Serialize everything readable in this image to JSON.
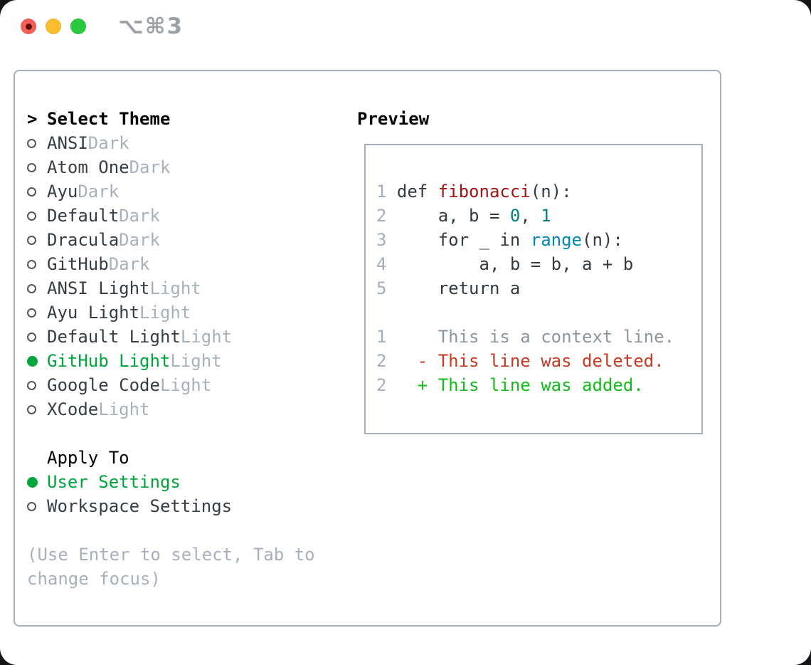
{
  "window": {
    "title_shortcut": "⌥⌘3",
    "traffic_lights": [
      {
        "name": "close",
        "color": "#f65f57",
        "has_inner_dot": true
      },
      {
        "name": "minimize",
        "color": "#fcbd2e",
        "has_inner_dot": false
      },
      {
        "name": "zoom",
        "color": "#29c83f",
        "has_inner_dot": false
      }
    ]
  },
  "theme_picker": {
    "heading_prefix": ">",
    "heading": "Select Theme",
    "items": [
      {
        "name": "ANSI",
        "variant": "Dark",
        "selected": false
      },
      {
        "name": "Atom One",
        "variant": "Dark",
        "selected": false
      },
      {
        "name": "Ayu",
        "variant": "Dark",
        "selected": false
      },
      {
        "name": "Default",
        "variant": "Dark",
        "selected": false
      },
      {
        "name": "Dracula",
        "variant": "Dark",
        "selected": false
      },
      {
        "name": "GitHub",
        "variant": "Dark",
        "selected": false
      },
      {
        "name": "ANSI Light",
        "variant": "Light",
        "selected": false
      },
      {
        "name": "Ayu Light",
        "variant": "Light",
        "selected": false
      },
      {
        "name": "Default Light",
        "variant": "Light",
        "selected": false
      },
      {
        "name": "GitHub Light",
        "variant": "Light",
        "selected": true
      },
      {
        "name": "Google Code",
        "variant": "Light",
        "selected": false
      },
      {
        "name": "XCode",
        "variant": "Light",
        "selected": false
      }
    ],
    "apply_to": {
      "heading": "Apply To",
      "options": [
        {
          "name": "User Settings",
          "selected": true
        },
        {
          "name": "Workspace Settings",
          "selected": false
        }
      ]
    },
    "hint_lines": [
      "(Use Enter to select, Tab to",
      "change focus)"
    ]
  },
  "preview": {
    "heading": "Preview",
    "code_lines": [
      {
        "num": "1",
        "tokens": [
          {
            "text": " def ",
            "style": "code"
          },
          {
            "text": "fibonacci",
            "style": "function"
          },
          {
            "text": "(n):",
            "style": "code"
          }
        ]
      },
      {
        "num": "2",
        "tokens": [
          {
            "text": "     a, b = ",
            "style": "code"
          },
          {
            "text": "0",
            "style": "number"
          },
          {
            "text": ", ",
            "style": "code"
          },
          {
            "text": "1",
            "style": "number"
          }
        ]
      },
      {
        "num": "3",
        "tokens": [
          {
            "text": "     for _ in ",
            "style": "code"
          },
          {
            "text": "range",
            "style": "builtin"
          },
          {
            "text": "(n):",
            "style": "code"
          }
        ]
      },
      {
        "num": "4",
        "tokens": [
          {
            "text": "         a, b = b, a + b",
            "style": "code"
          }
        ]
      },
      {
        "num": "5",
        "tokens": [
          {
            "text": "     return a",
            "style": "code"
          }
        ]
      },
      {
        "num": "",
        "tokens": []
      },
      {
        "num": "1",
        "tokens": [
          {
            "text": "     This is a context line.",
            "style": "context"
          }
        ]
      },
      {
        "num": "2",
        "tokens": [
          {
            "text": "   - This line was deleted.",
            "style": "deleted"
          }
        ]
      },
      {
        "num": "2",
        "tokens": [
          {
            "text": "   + This line was added.",
            "style": "added"
          }
        ]
      }
    ]
  },
  "colors": {
    "selected_green": "#00a53c",
    "added_green": "#12bd1a",
    "deleted_red": "#c63a22",
    "function_red": "#a31313",
    "number_teal": "#008080",
    "builtin_blue": "#0086b3",
    "muted_gray": "#a8b0bb",
    "border_gray": "#a6aeb8"
  }
}
